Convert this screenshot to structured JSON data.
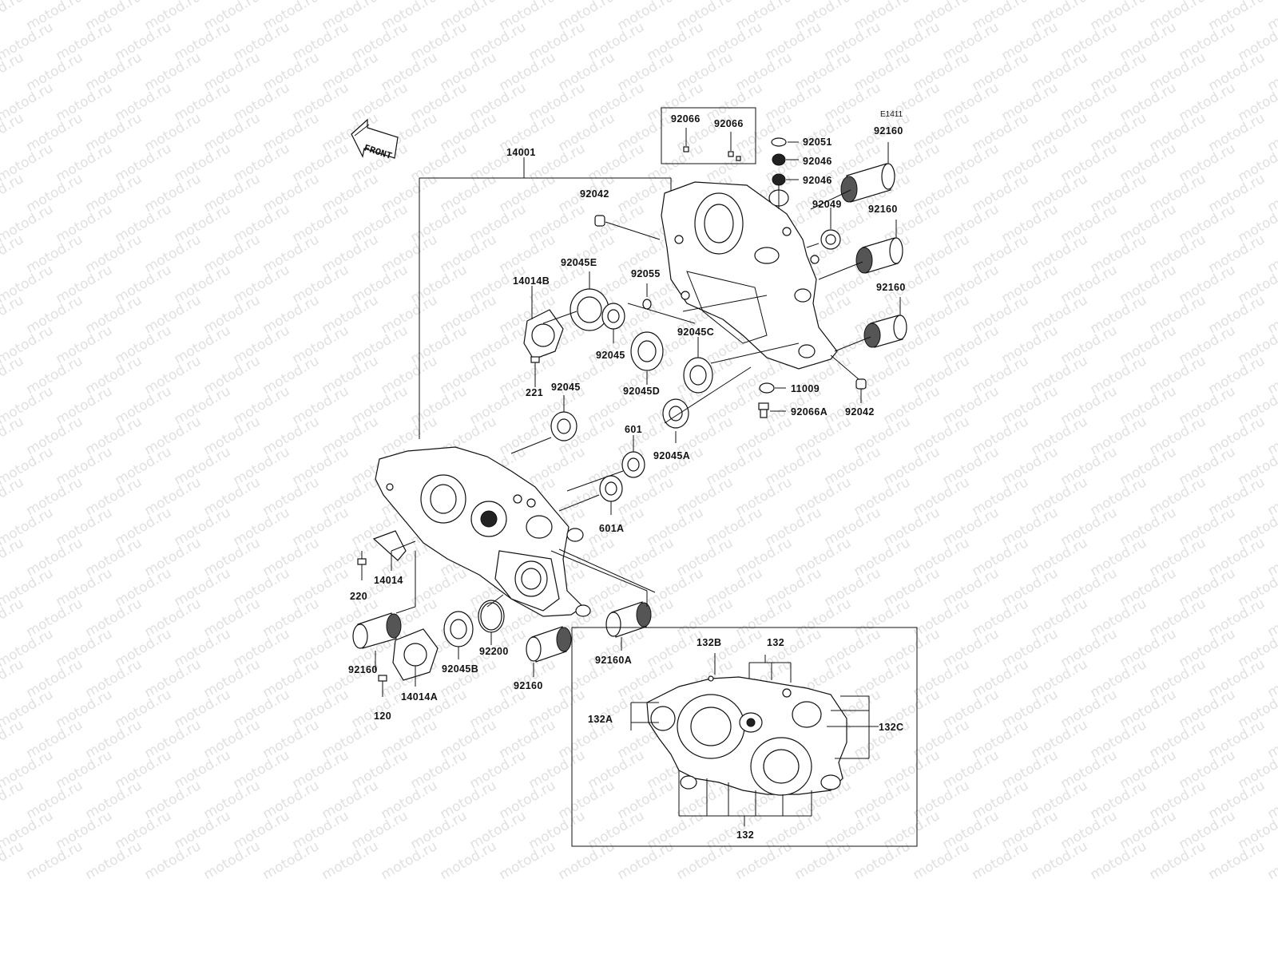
{
  "watermark": "motod.ru",
  "diagram_code": "E1411",
  "front_arrow_text": "FRONT",
  "labels": {
    "p92066a": "92066",
    "p92066b": "92066",
    "p14001": "14001",
    "p92051": "92051",
    "p92046a": "92046",
    "p92046b": "92046",
    "p92160a": "92160",
    "p92042a": "92042",
    "p92049": "92049",
    "p92160b": "92160",
    "p92045E": "92045E",
    "p92055": "92055",
    "p14014B": "14014B",
    "p92160c": "92160",
    "p92045C": "92045C",
    "p92045a": "92045",
    "p11009": "11009",
    "p221": "221",
    "p92045D": "92045D",
    "p92066A": "92066A",
    "p92042b": "92042",
    "p92045b": "92045",
    "p601": "601",
    "p92045A": "92045A",
    "p601A": "601A",
    "p14014": "14014",
    "p220": "220",
    "p92200": "92200",
    "p92160d": "92160",
    "p92045B": "92045B",
    "p92160e": "92160",
    "p92160A": "92160A",
    "p14014A": "14014A",
    "p120": "120",
    "p132B": "132B",
    "p132top": "132",
    "p132A": "132A",
    "p132C": "132C",
    "p132bottom": "132"
  }
}
